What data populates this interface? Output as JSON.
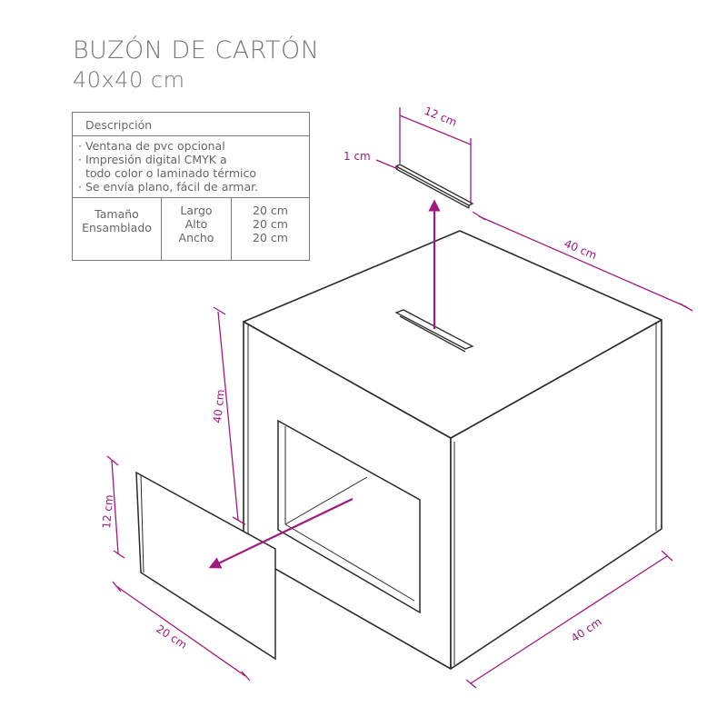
{
  "title": "BUZÓN DE CARTÓN",
  "size": "40x40 cm",
  "spec_table": {
    "header": "Descripción",
    "features": [
      "· Ventana de pvc opcional",
      "· Impresión digital CMYK a",
      "  todo color o laminado térmico",
      "· Se envía plano, fácil de armar."
    ],
    "size_label_1": "Tamaño",
    "size_label_2": "Ensamblado",
    "dims": [
      {
        "name": "Largo",
        "value": "20 cm"
      },
      {
        "name": "Alto",
        "value": "20 cm"
      },
      {
        "name": "Ancho",
        "value": "20 cm"
      }
    ]
  },
  "dimensions": {
    "slot_length": "12 cm",
    "slot_width": "1 cm",
    "top_depth": "40 cm",
    "height": "40 cm",
    "bottom_width": "40 cm",
    "window_height": "12 cm",
    "window_width": "20 cm"
  },
  "colors": {
    "accent": "#a3197f",
    "line": "#2b2b2b",
    "text": "#666666"
  }
}
